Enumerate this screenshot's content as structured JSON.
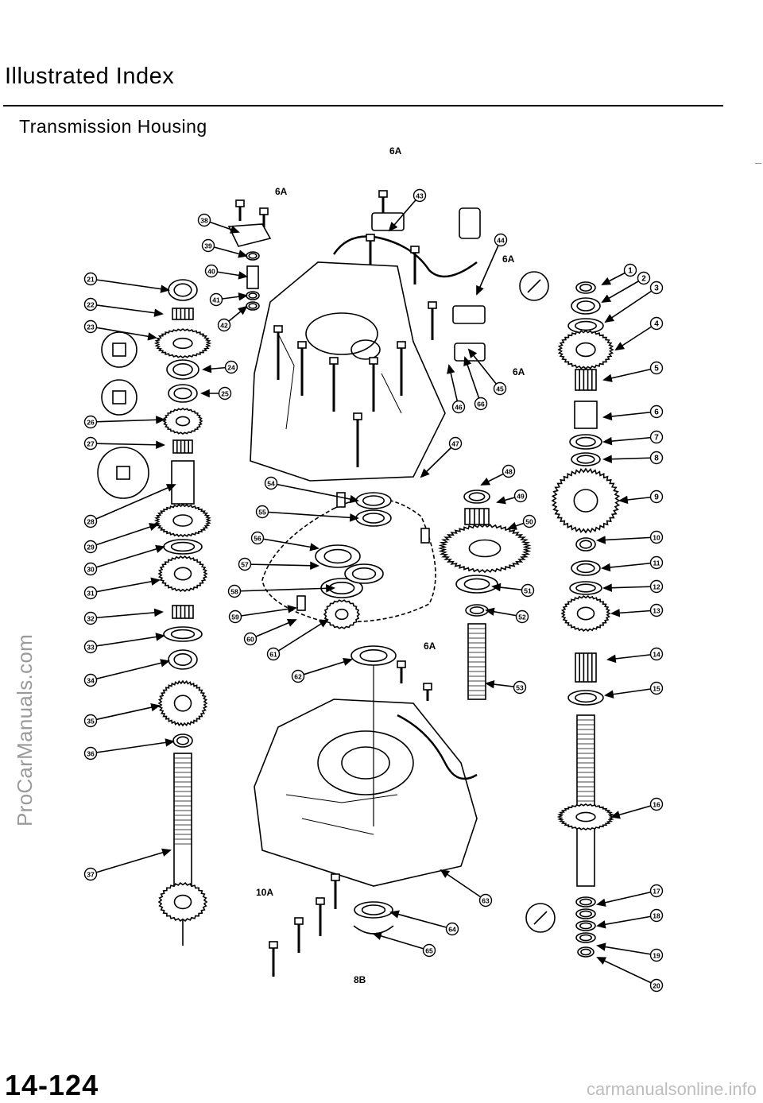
{
  "page": {
    "title": "Illustrated Index",
    "subtitle": "Transmission Housing",
    "page_number": "14-124",
    "watermark": "ProCarManuals.com",
    "footer_site": "carmanualsonline.info"
  },
  "diagram": {
    "bolt_labels": [
      "6A",
      "6A",
      "6A",
      "6A",
      "6A",
      "10A",
      "8B"
    ],
    "callouts": [
      "1",
      "2",
      "3",
      "4",
      "5",
      "6",
      "7",
      "8",
      "9",
      "10",
      "11",
      "12",
      "13",
      "14",
      "15",
      "16",
      "17",
      "18",
      "19",
      "20",
      "21",
      "22",
      "23",
      "24",
      "25",
      "26",
      "27",
      "28",
      "29",
      "30",
      "31",
      "32",
      "33",
      "34",
      "35",
      "36",
      "37",
      "38",
      "39",
      "40",
      "41",
      "42",
      "43",
      "44",
      "45",
      "46",
      "47",
      "48",
      "49",
      "50",
      "51",
      "52",
      "53",
      "54",
      "55",
      "56",
      "57",
      "58",
      "59",
      "60",
      "61",
      "62",
      "63",
      "64",
      "65",
      "66"
    ]
  }
}
